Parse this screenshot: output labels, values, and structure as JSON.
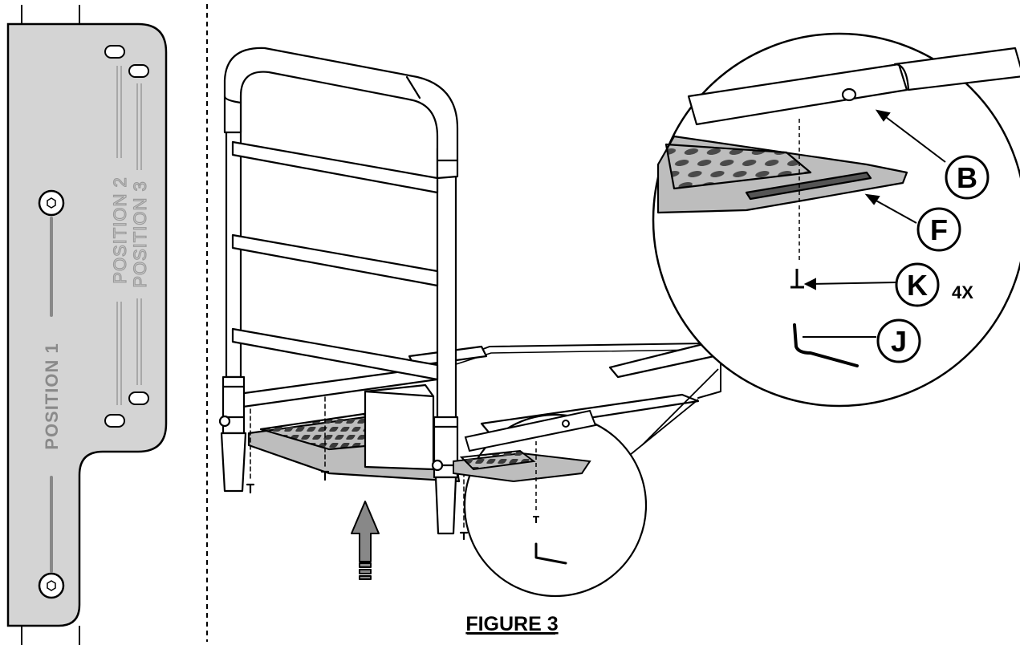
{
  "plate": {
    "position_1": "POSITION 1",
    "position_2": "POSITION 2",
    "position_3": "POSITION 3",
    "fill_color": "#d4d4d4"
  },
  "callouts": {
    "b": "B",
    "f": "F",
    "k": "K",
    "k_qty": "4X",
    "j": "J"
  },
  "figure_caption": "FIGURE 3"
}
